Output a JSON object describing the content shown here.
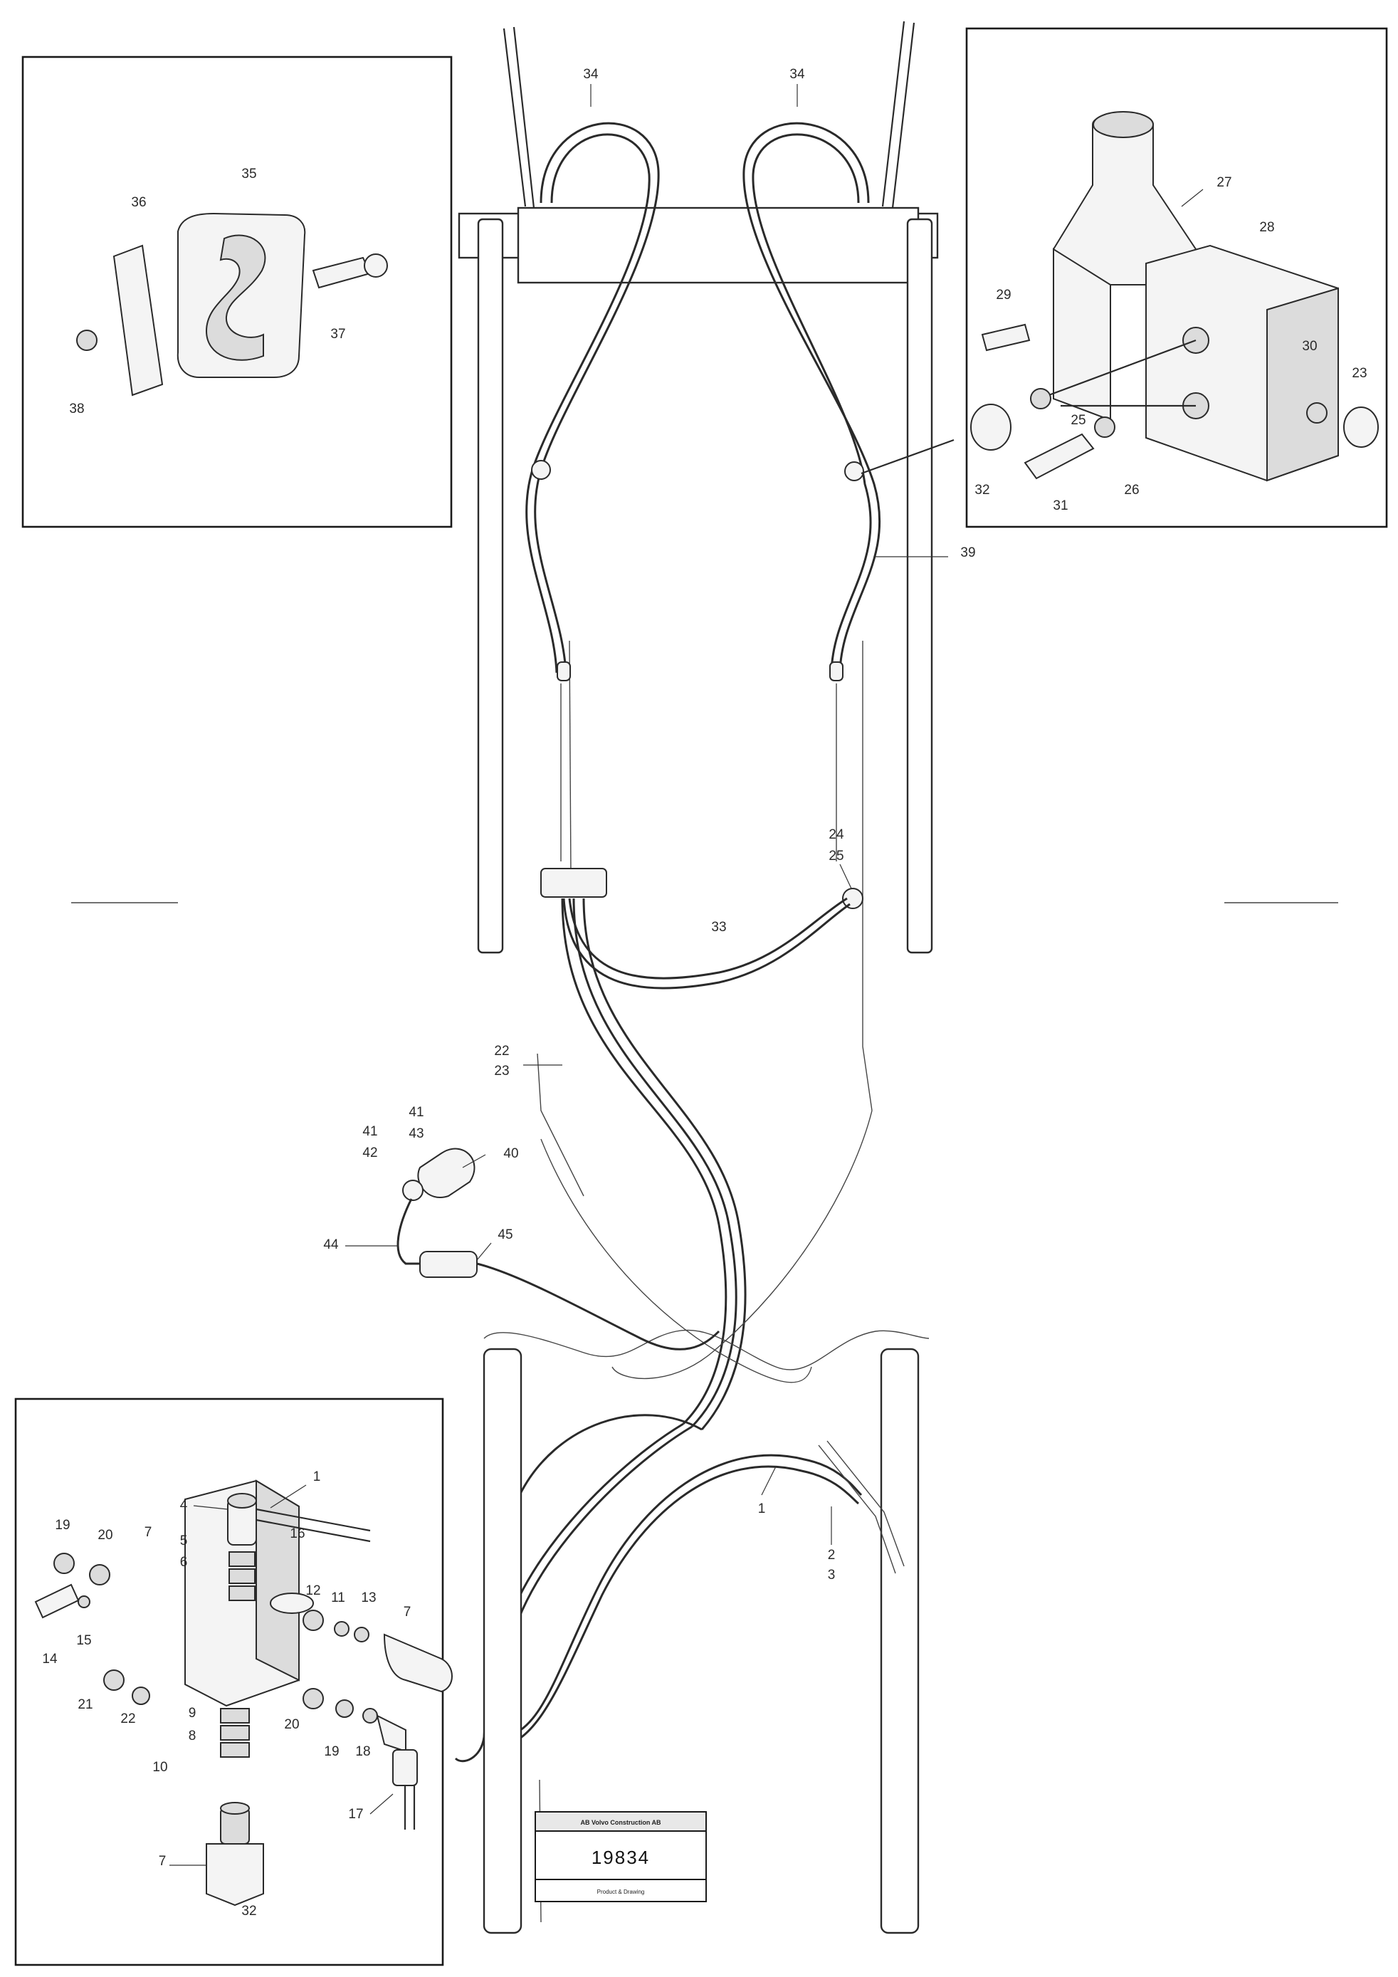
{
  "labels": [
    "34",
    "34",
    "35",
    "36",
    "37",
    "38",
    "27",
    "28",
    "29",
    "30",
    "23",
    "25",
    "26",
    "31",
    "32",
    "39",
    "24",
    "25",
    "33",
    "22",
    "23",
    "41",
    "42",
    "41",
    "43",
    "40",
    "44",
    "45",
    "1",
    "2",
    "3",
    "1",
    "4",
    "5",
    "6",
    "7",
    "16",
    "19",
    "20",
    "12",
    "11",
    "13",
    "7",
    "14",
    "15",
    "21",
    "22",
    "20",
    "19",
    "18",
    "9",
    "8",
    "10",
    "17",
    "7",
    "32"
  ],
  "title_block": {
    "header": "AB Volvo Construction AB",
    "number": "19834",
    "footer": "Product & Drawing"
  }
}
